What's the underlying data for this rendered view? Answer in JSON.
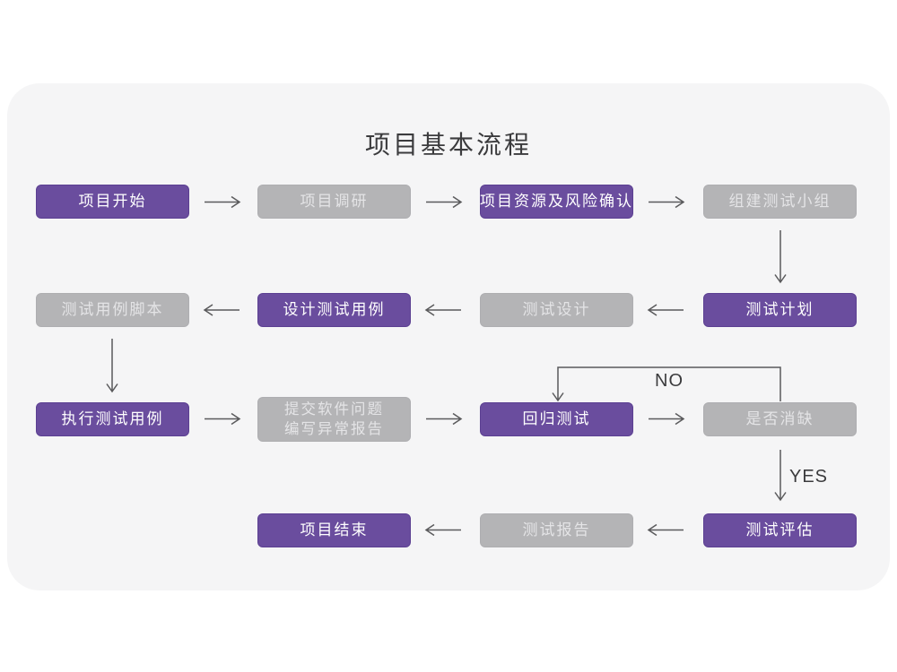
{
  "title": "项目基本流程",
  "colors": {
    "primary_purple": "#6A4D9E",
    "node_gray": "#B4B4B6",
    "card_bg": "#F5F5F6",
    "arrow_color": "#5A5A5C",
    "title_text": "#3B3B3D",
    "text_on_purple": "#FFFFFF",
    "text_on_gray": "#E4E4E6"
  },
  "nodes": [
    {
      "label": "项目开始",
      "variant": "purple"
    },
    {
      "label": "项目调研",
      "variant": "gray"
    },
    {
      "label": "项目资源及风险确认",
      "variant": "purple"
    },
    {
      "label": "组建测试小组",
      "variant": "gray"
    },
    {
      "label": "测试计划",
      "variant": "purple"
    },
    {
      "label": "测试设计",
      "variant": "gray"
    },
    {
      "label": "设计测试用例",
      "variant": "purple"
    },
    {
      "label": "测试用例脚本",
      "variant": "gray"
    },
    {
      "label": "执行测试用例",
      "variant": "purple"
    },
    {
      "line1": "提交软件问题",
      "line2": "编写异常报告",
      "variant": "gray"
    },
    {
      "label": "回归测试",
      "variant": "purple"
    },
    {
      "label": "是否消缺",
      "variant": "gray"
    },
    {
      "label": "测试评估",
      "variant": "purple"
    },
    {
      "label": "测试报告",
      "variant": "gray"
    },
    {
      "label": "项目结束",
      "variant": "purple"
    }
  ],
  "edge_labels": {
    "no": "NO",
    "yes": "YES"
  }
}
